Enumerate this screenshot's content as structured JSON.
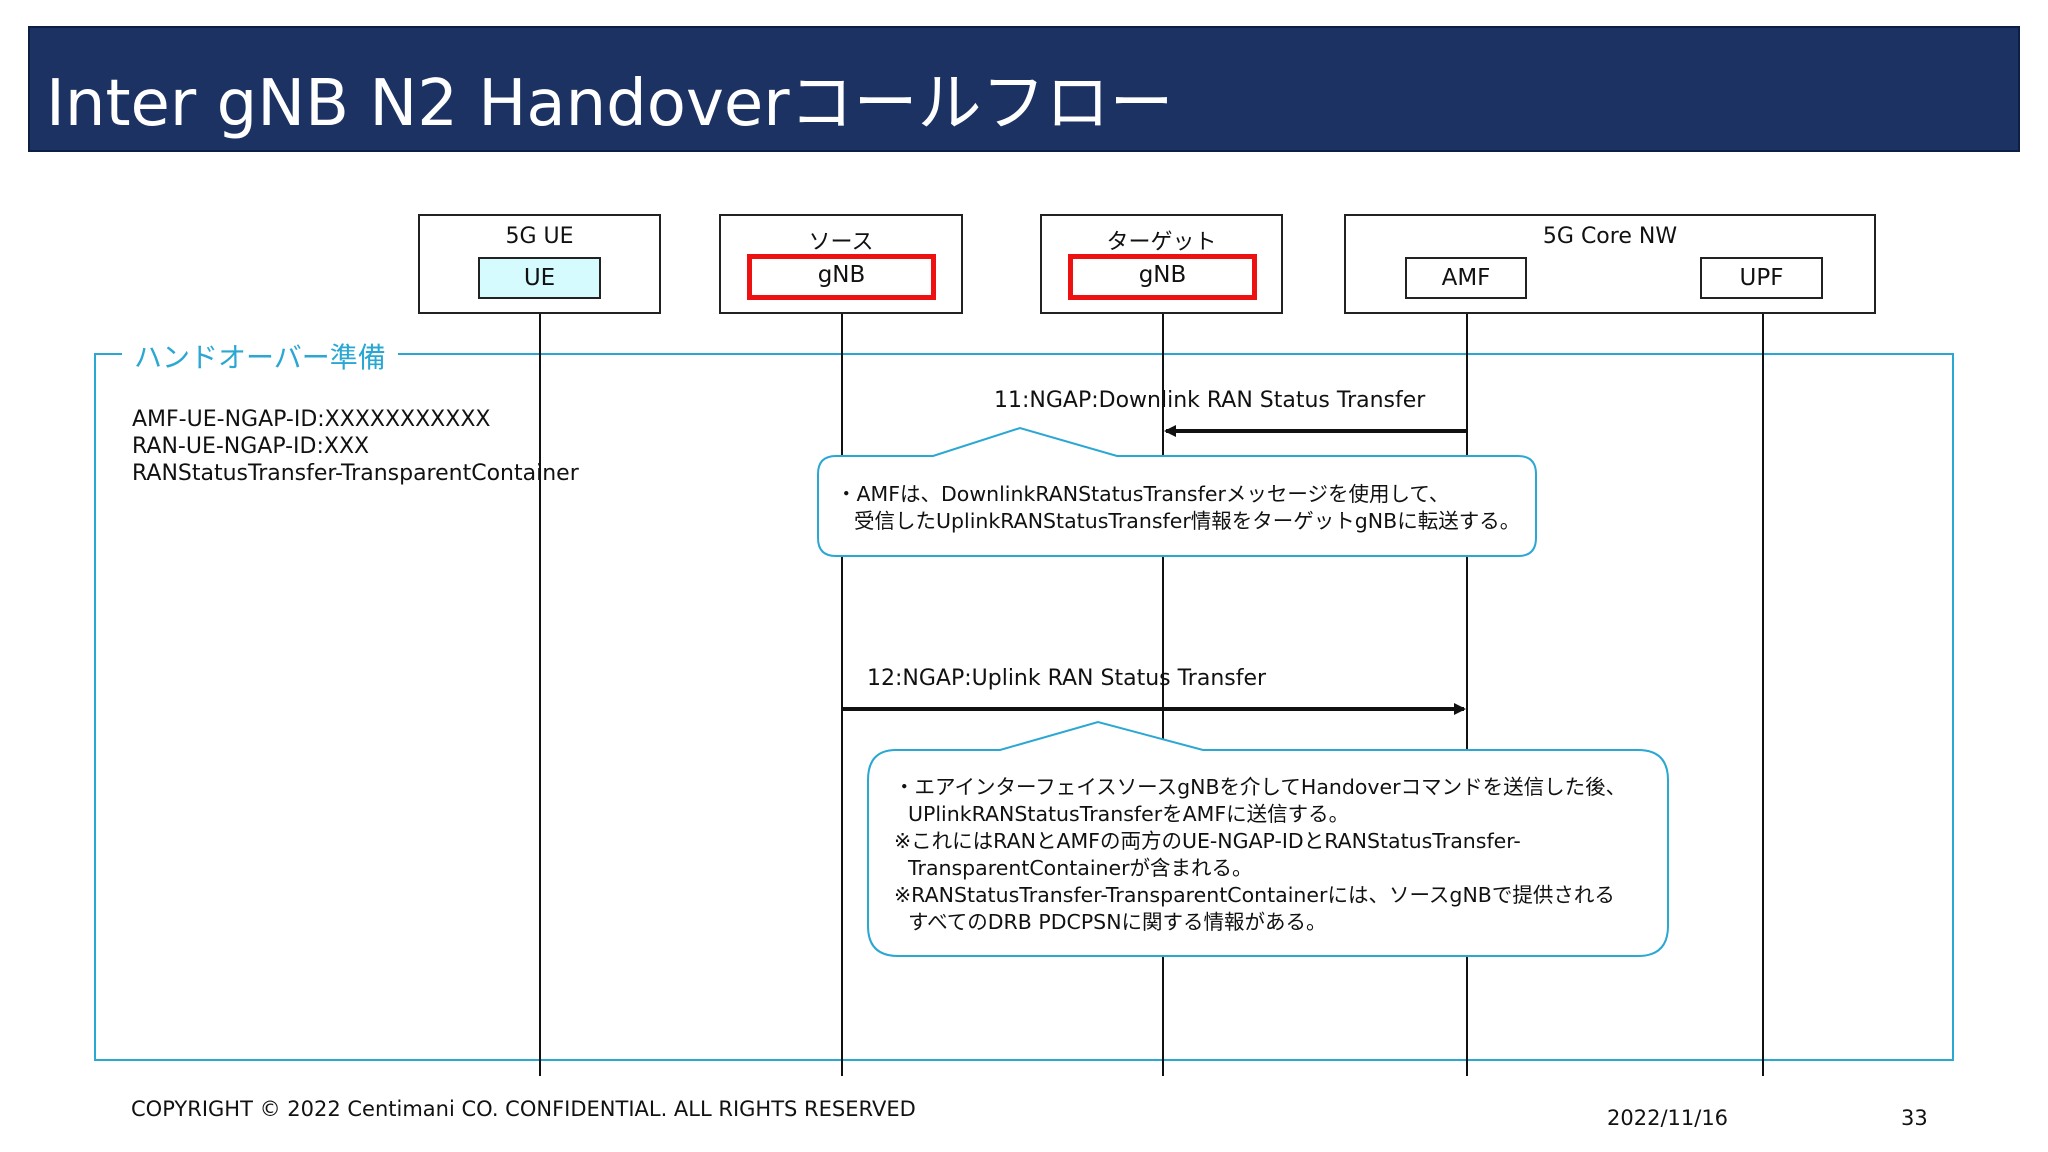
{
  "title": "Inter gNB N2 Handoverコールフロー",
  "actors": {
    "ue_group": {
      "label": "5G UE",
      "entity": "UE"
    },
    "source": {
      "label": "ソース",
      "entity": "gNB"
    },
    "target": {
      "label": "ターゲット",
      "entity": "gNB"
    },
    "core": {
      "label": "5G Core NW",
      "amf": "AMF",
      "upf": "UPF"
    }
  },
  "phase": {
    "label": "ハンドオーバー準備"
  },
  "params": [
    "AMF-UE-NGAP-ID:XXXXXXXXXXX",
    "RAN-UE-NGAP-ID:XXX",
    "RANStatusTransfer-TransparentContainer"
  ],
  "messages": [
    {
      "label": "11:NGAP:Downlink RAN Status Transfer"
    },
    {
      "label": "12:NGAP:Uplink RAN Status Transfer"
    }
  ],
  "notes": [
    {
      "lines": [
        "・AMFは、DownlinkRANStatusTransferメッセージを使用して、",
        "受信したUplinkRANStatusTransfer情報をターゲットgNBに転送する。"
      ]
    },
    {
      "lines": [
        "・エアインターフェイスソースgNBを介してHandoverコマンドを送信した後、",
        "UPlinkRANStatusTransferをAMFに送信する。",
        "※これにはRANとAMFの両方のUE-NGAP-IDとRANStatusTransfer-",
        "TransparentContainerが含まれる。",
        "※RANStatusTransfer-TransparentContainerには、ソースgNBで提供される",
        "すべてのDRB PDCPSNに関する情報がある。"
      ]
    }
  ],
  "footer": {
    "copyright": "COPYRIGHT © 2022 Centimani CO. CONFIDENTIAL. ALL RIGHTS RESERVED",
    "date": "2022/11/16",
    "page": "33"
  },
  "colors": {
    "title_bg": "#1c3263",
    "accent": "#2aa7d2",
    "highlight_border": "#ee1111",
    "ue_fill": "#d6fbff"
  }
}
